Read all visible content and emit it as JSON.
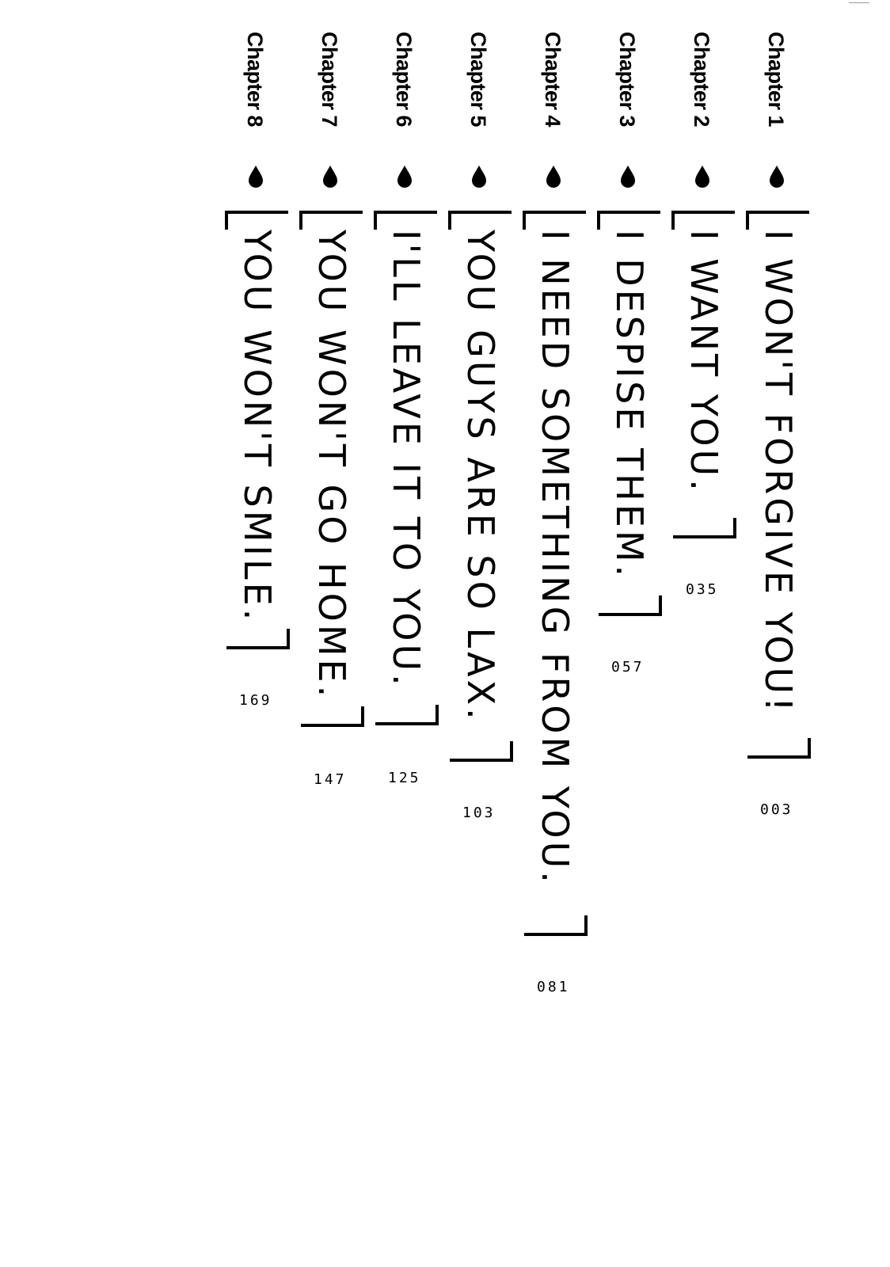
{
  "chapters": [
    {
      "label": "Chapter 1",
      "title": "I WON'T FORGIVE YOU!",
      "page": "003"
    },
    {
      "label": "Chapter 2",
      "title": "I WANT YOU.",
      "page": "035"
    },
    {
      "label": "Chapter 3",
      "title": "I DESPISE THEM.",
      "page": "057"
    },
    {
      "label": "Chapter 4",
      "title": "I NEED SOMETHING FROM YOU.",
      "page": "081"
    },
    {
      "label": "Chapter 5",
      "title": "YOU GUYS ARE SO LAX.",
      "page": "103"
    },
    {
      "label": "Chapter 6",
      "title": "I'LL LEAVE IT TO YOU.",
      "page": "125"
    },
    {
      "label": "Chapter 7",
      "title": "YOU WON'T GO HOME.",
      "page": "147"
    },
    {
      "label": "Chapter 8",
      "title": "YOU WON'T SMILE.",
      "page": "169"
    }
  ],
  "icons": {
    "chapter_marker": "water-drop-icon"
  },
  "colors": {
    "ink": "#000000",
    "paper": "#ffffff"
  }
}
